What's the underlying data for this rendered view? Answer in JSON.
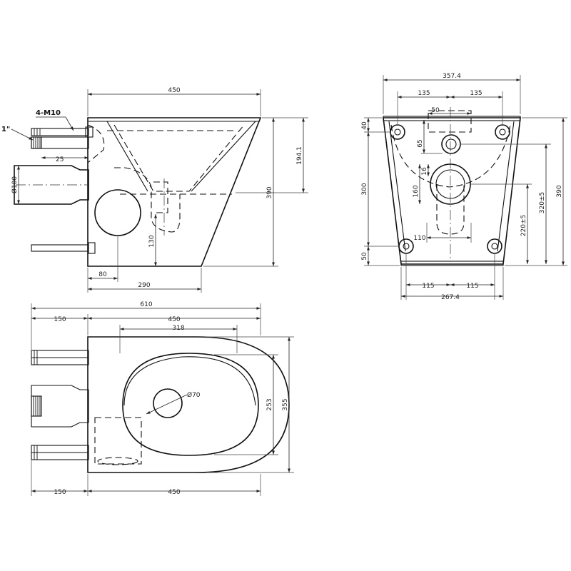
{
  "side_view": {
    "dims": {
      "top_width": "450",
      "bottom_width": "290",
      "base_offset": "80",
      "depth_to_outlet": "194.1",
      "height": "390",
      "outlet_height": "130",
      "spigot": "25",
      "pipe_dia": "Ø100"
    },
    "callouts": {
      "bolts": "4-M10",
      "thread": "1\""
    }
  },
  "rear_view": {
    "dims": {
      "top_width": "357.4",
      "half_left": "135",
      "half_right": "135",
      "inlet_width": "50",
      "top_offset": "40",
      "inlet_drop": "65",
      "inlet_gap": "16",
      "outlet_dia": "160",
      "outlet_width": "110",
      "bolt_spacing": "300",
      "bottom_offset": "50",
      "outlet_ctr_low": "220±5",
      "outlet_ctr_high": "320±5",
      "height": "390",
      "base_half_left": "115",
      "base_half_right": "115",
      "base_width": "267.4"
    }
  },
  "plan_view": {
    "dims": {
      "overall_width": "610",
      "rear_left": "150",
      "bowl_width": "450",
      "opening_width": "318",
      "opening_depth": "253",
      "overall_depth": "355",
      "hole_dia": "Ø70",
      "rear_left_bottom": "150",
      "bowl_width_bottom": "450"
    }
  }
}
